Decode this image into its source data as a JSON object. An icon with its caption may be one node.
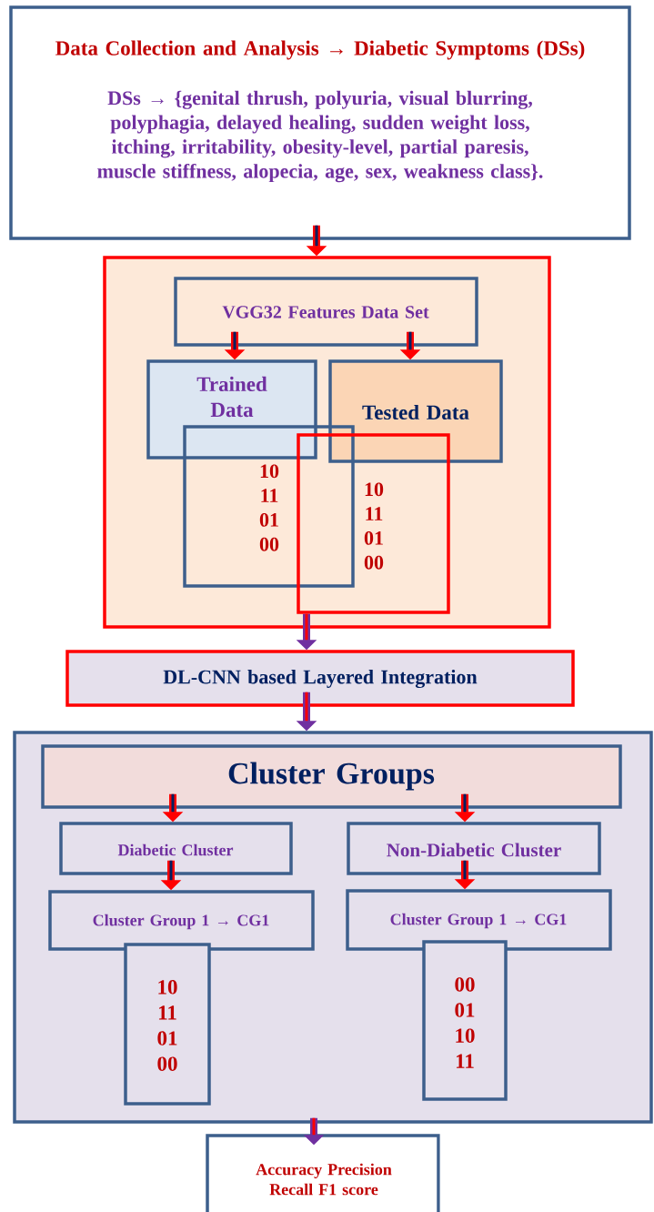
{
  "diagram": {
    "nodes": [
      {
        "text": [
          "Data Collection and Analysis → Diabetic Symptoms (DSs)",
          "DSs → {genital thrush, polyuria, visual blurring, polyphagia, delayed healing, sudden weight loss, itching, irritability, obesity-level, partial paresis, muscle stiffness, alopecia, age, sex, weakness class}."
        ]
      },
      {
        "text": [],
        "shape": "box"
      },
      {
        "text": [
          "VGG32 Features Data Set"
        ],
        "in": 1
      },
      {
        "text": [
          "Trained Data"
        ],
        "in": 1
      },
      {
        "text": [
          "Tested Data"
        ],
        "in": 1
      },
      {
        "text": [
          "10 11 01 00"
        ],
        "in": 1
      },
      {
        "text": [
          "10 11 01 00"
        ],
        "in": 1
      },
      {
        "text": [
          "DL-CNN based Layered Integration"
        ]
      },
      {
        "text": [],
        "shape": "box"
      },
      {
        "text": [
          "Cluster Groups"
        ],
        "in": 8
      },
      {
        "text": [
          "Diabetic Cluster"
        ],
        "in": 8
      },
      {
        "text": [
          "Non-Diabetic Cluster"
        ],
        "in": 8
      },
      {
        "text": [
          "Cluster Group 1 → CG1"
        ],
        "in": 8
      },
      {
        "text": [
          "Cluster Group 1 → CG1"
        ],
        "in": 8
      },
      {
        "text": [
          "10 11 01 00"
        ],
        "in": 8
      },
      {
        "text": [
          "00 01 10 11"
        ],
        "in": 8
      },
      {
        "text": [
          "Accuracy Precision Recall F1 score"
        ]
      }
    ],
    "edges": [
      {
        "from": 0,
        "to": 1,
        "arrow": "to"
      },
      {
        "from": 2,
        "to": 3,
        "arrow": "to"
      },
      {
        "from": 2,
        "to": 4,
        "arrow": "to"
      },
      {
        "from": 1,
        "to": 7,
        "arrow": "to",
        "color": "#7030a0"
      },
      {
        "from": 7,
        "to": 8,
        "arrow": "to",
        "color": "#7030a0"
      },
      {
        "from": 9,
        "to": 10,
        "arrow": "to"
      },
      {
        "from": 9,
        "to": 11,
        "arrow": "to"
      },
      {
        "from": 10,
        "to": 12,
        "arrow": "to"
      },
      {
        "from": 11,
        "to": 13,
        "arrow": "to"
      },
      {
        "from": 8,
        "to": 16,
        "arrow": "to",
        "color": "#7030a0"
      }
    ]
  }
}
